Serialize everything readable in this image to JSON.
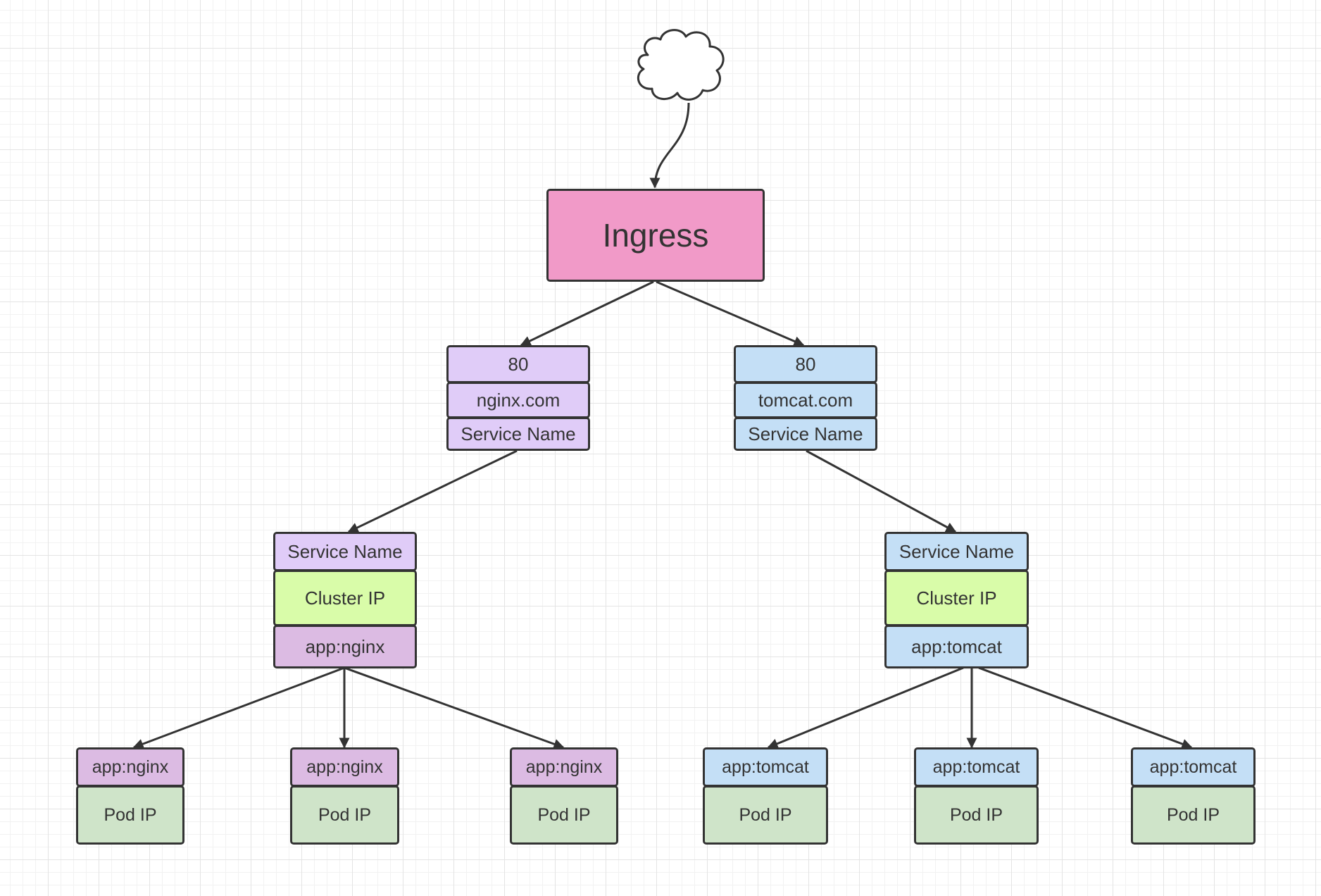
{
  "ingress": {
    "label": "Ingress"
  },
  "rules": {
    "nginx": {
      "port": "80",
      "host": "nginx.com",
      "service": "Service Name"
    },
    "tomcat": {
      "port": "80",
      "host": "tomcat.com",
      "service": "Service Name"
    }
  },
  "services": {
    "nginx": {
      "name": "Service Name",
      "cluster_ip": "Cluster IP",
      "selector": "app:nginx"
    },
    "tomcat": {
      "name": "Service Name",
      "cluster_ip": "Cluster IP",
      "selector": "app:tomcat"
    }
  },
  "pods": [
    {
      "label": "app:nginx",
      "ip": "Pod IP"
    },
    {
      "label": "app:nginx",
      "ip": "Pod IP"
    },
    {
      "label": "app:nginx",
      "ip": "Pod IP"
    },
    {
      "label": "app:tomcat",
      "ip": "Pod IP"
    },
    {
      "label": "app:tomcat",
      "ip": "Pod IP"
    },
    {
      "label": "app:tomcat",
      "ip": "Pod IP"
    }
  ],
  "colors": {
    "ingress": "#f19ac8",
    "nginx_rule": "#e0ccf8",
    "tomcat_rule": "#c4dff6",
    "cluster_ip": "#d9fca9",
    "nginx_selector": "#dcbbe3",
    "pod_ip": "#cfe4c9",
    "stroke": "#333333",
    "grid": "#e4e4e4"
  },
  "icons": {
    "internet": "cloud-icon"
  }
}
